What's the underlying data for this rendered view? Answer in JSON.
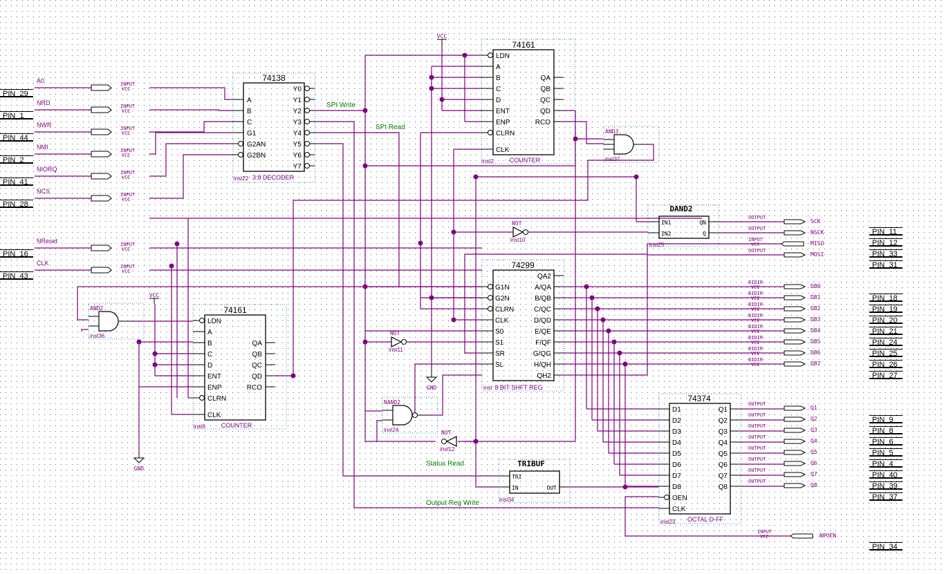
{
  "components": {
    "u74138": {
      "name": "74138",
      "inst": "inst22",
      "desc": "3:8 DECODER",
      "left_pins": [
        "A",
        "B",
        "C",
        "G1",
        "G2AN",
        "G2BN"
      ],
      "right_pins": [
        "Y0N",
        "Y1N",
        "Y2N",
        "Y3N",
        "Y4N",
        "Y5N",
        "Y6N",
        "Y7N"
      ]
    },
    "u74161a": {
      "name": "74161",
      "inst": "inst2",
      "desc": "COUNTER",
      "left_pins": [
        "LDN",
        "A",
        "B",
        "C",
        "D",
        "ENT",
        "ENP",
        "CLRN",
        "CLK"
      ],
      "right_pins": [
        "QA",
        "QB",
        "QC",
        "QD",
        "RCO"
      ]
    },
    "u74161b": {
      "name": "74161",
      "inst": "inst6",
      "desc": "COUNTER",
      "left_pins": [
        "LDN",
        "A",
        "B",
        "C",
        "D",
        "ENT",
        "ENP",
        "CLRN",
        "CLK"
      ],
      "right_pins": [
        "QA",
        "QB",
        "QC",
        "QD",
        "RCO"
      ]
    },
    "u74299": {
      "name": "74299",
      "inst": "inst",
      "desc": "8 BIT SHFT REG",
      "left_pins": [
        "G1N",
        "G2N",
        "CLRN",
        "CLK",
        "S0",
        "S1",
        "SR",
        "SL"
      ],
      "right_pins": [
        "QA2",
        "A/QA",
        "B/QB",
        "C/QC",
        "D/QD",
        "E/QE",
        "F/QF",
        "G/QG",
        "H/QH",
        "QH2"
      ]
    },
    "u74374": {
      "name": "74374",
      "inst": "inst23",
      "desc": "OCTAL D-FF",
      "left_pins": [
        "D1",
        "D2",
        "D3",
        "D4",
        "D5",
        "D6",
        "D7",
        "D8",
        "OEN",
        "CLK"
      ],
      "right_pins": [
        "Q1",
        "Q2",
        "Q3",
        "Q4",
        "Q5",
        "Q6",
        "Q7",
        "Q8"
      ]
    },
    "dand2": {
      "name": "DAND2",
      "inst": "inst25",
      "in1": "IN1",
      "in2": "IN2",
      "qn": "QN",
      "q": "Q"
    },
    "tribuf": {
      "name": "TRIBUF",
      "inst": "inst34",
      "tri": "TRI",
      "in": "IN",
      "out": "OUT"
    },
    "and3": {
      "name": "AND3",
      "inst": "inst37"
    },
    "and2": {
      "name": "AND2",
      "inst": "inst36"
    },
    "nand2": {
      "name": "NAND2",
      "inst": "inst24"
    },
    "not10": {
      "name": "NOT",
      "inst": "inst10"
    },
    "not11": {
      "name": "NOT",
      "inst": "inst11"
    },
    "not12": {
      "name": "NOT",
      "inst": "inst12"
    }
  },
  "power": {
    "vcc": "VCC",
    "gnd": "GND"
  },
  "io_words": {
    "input": "INPUT",
    "output": "OUTPUT",
    "bidir": "BIDIR",
    "vcc": "VCC"
  },
  "inputs": [
    {
      "signal": "A0",
      "pin": "PIN_29"
    },
    {
      "signal": "NRD",
      "pin": "PIN_1"
    },
    {
      "signal": "NWR",
      "pin": "PIN_44"
    },
    {
      "signal": "NMI",
      "pin": "PIN_2"
    },
    {
      "signal": "NIORQ",
      "pin": "PIN_41"
    },
    {
      "signal": "NCS",
      "pin": "PIN_28"
    },
    {
      "signal": "NReset",
      "pin": "PIN_16"
    },
    {
      "signal": "CLK",
      "pin": "PIN_43"
    }
  ],
  "spi_io": [
    {
      "dir": "OUTPUT",
      "signal": "SCK",
      "pin": "PIN_11"
    },
    {
      "dir": "OUTPUT",
      "signal": "NSCK",
      "pin": "PIN_12"
    },
    {
      "dir": "INPUT",
      "signal": "MISO",
      "pin": "PIN_33"
    },
    {
      "dir": "OUTPUT",
      "signal": "MOSI",
      "pin": "PIN_31"
    }
  ],
  "data_bus": [
    {
      "signal": "DB0",
      "pin": "PIN_18"
    },
    {
      "signal": "DB1",
      "pin": "PIN_19"
    },
    {
      "signal": "DB2",
      "pin": "PIN_20"
    },
    {
      "signal": "DB3",
      "pin": "PIN_21"
    },
    {
      "signal": "DB4",
      "pin": "PIN_24"
    },
    {
      "signal": "DB5",
      "pin": "PIN_25"
    },
    {
      "signal": "DB6",
      "pin": "PIN_26"
    },
    {
      "signal": "DB7",
      "pin": "PIN_27"
    }
  ],
  "outputs": [
    {
      "signal": "Q1",
      "pin": "PIN_9"
    },
    {
      "signal": "Q2",
      "pin": "PIN_8"
    },
    {
      "signal": "Q3",
      "pin": "PIN_6"
    },
    {
      "signal": "Q4",
      "pin": "PIN_5"
    },
    {
      "signal": "Q5",
      "pin": "PIN_4"
    },
    {
      "signal": "Q6",
      "pin": "PIN_40"
    },
    {
      "signal": "Q7",
      "pin": "PIN_39"
    },
    {
      "signal": "Q8",
      "pin": "PIN_37"
    }
  ],
  "npoen": {
    "signal": "NPOEN",
    "pin": "PIN_34"
  },
  "net_labels": {
    "spi_write": "SPI Write",
    "spi_read": "SPI Read",
    "status_read": "Status Read",
    "output_reg_write": "Output Reg Write"
  },
  "colors": {
    "wire": "#800080",
    "green_label": "#008000",
    "symbol": "#000000",
    "grid_dot": "#505050",
    "dotted_box": "#40a0c0"
  }
}
